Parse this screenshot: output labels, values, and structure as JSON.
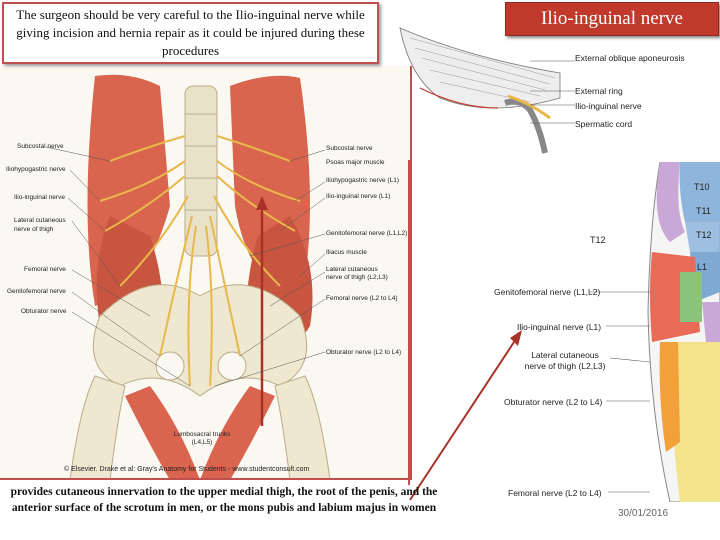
{
  "caption": "The surgeon should be very careful to the Ilio-inguinal nerve while giving incision and hernia repair as it could be injured during these procedures",
  "title": "Ilio-inguinal nerve",
  "inset_labels": {
    "external_oblique": "External oblique aponeurosis",
    "external_ring": "External ring",
    "ilioinguinal": "Ilio-inguinal nerve",
    "spermatic_cord": "Spermatic cord"
  },
  "anatomy_left_labels": [
    "Subcostal nerve",
    "Iliohypogastric nerve",
    "Ilio-inguinal nerve",
    "Lateral cutaneous nerve of thigh",
    "Femoral nerve",
    "Genitofemoral nerve",
    "Obturator nerve"
  ],
  "anatomy_right_labels": [
    "Subcostal nerve",
    "Psoas major muscle",
    "Iliohypogastric nerve (L1)",
    "Ilio-inguinal nerve (L1)",
    "Genitofemoral nerve (L1,L2)",
    "Iliacus muscle",
    "Lateral cutaneous nerve of thigh (L2,L3)",
    "Femoral nerve (L2 to L4)",
    "Obturator nerve (L2 to L4)"
  ],
  "lumbosacral": "Lumbosacral trunks (L4,L5)",
  "credit": "© Elsevier. Drake et al: Gray's Anatomy for Students - www.studentconsult.com",
  "dermatome_labels": {
    "t10": "T10",
    "t11": "T11",
    "t12": "T12",
    "l1": "L1",
    "t12_side": "T12"
  },
  "dermatome_nerves": {
    "genitofemoral": "Genitofemoral nerve (L1,L2)",
    "ilioinguinal": "Ilio-inguinal nerve (L1)",
    "lateral_cutaneous": "Lateral cutaneous nerve of thigh (L2,L3)",
    "obturator": "Obturator nerve (L2 to L4)",
    "femoral": "Femoral nerve (L2 to L4)"
  },
  "bottom_text": "provides cutaneous innervation to the upper medial thigh, the root of the penis, and the anterior surface of the scrotum in men, or the mons pubis and labium majus in women",
  "date": "30/01/2016",
  "colors": {
    "accent": "#c0392b",
    "frame": "#c0504d",
    "muscle": "#d9654e",
    "nerve": "#e8b84a"
  }
}
